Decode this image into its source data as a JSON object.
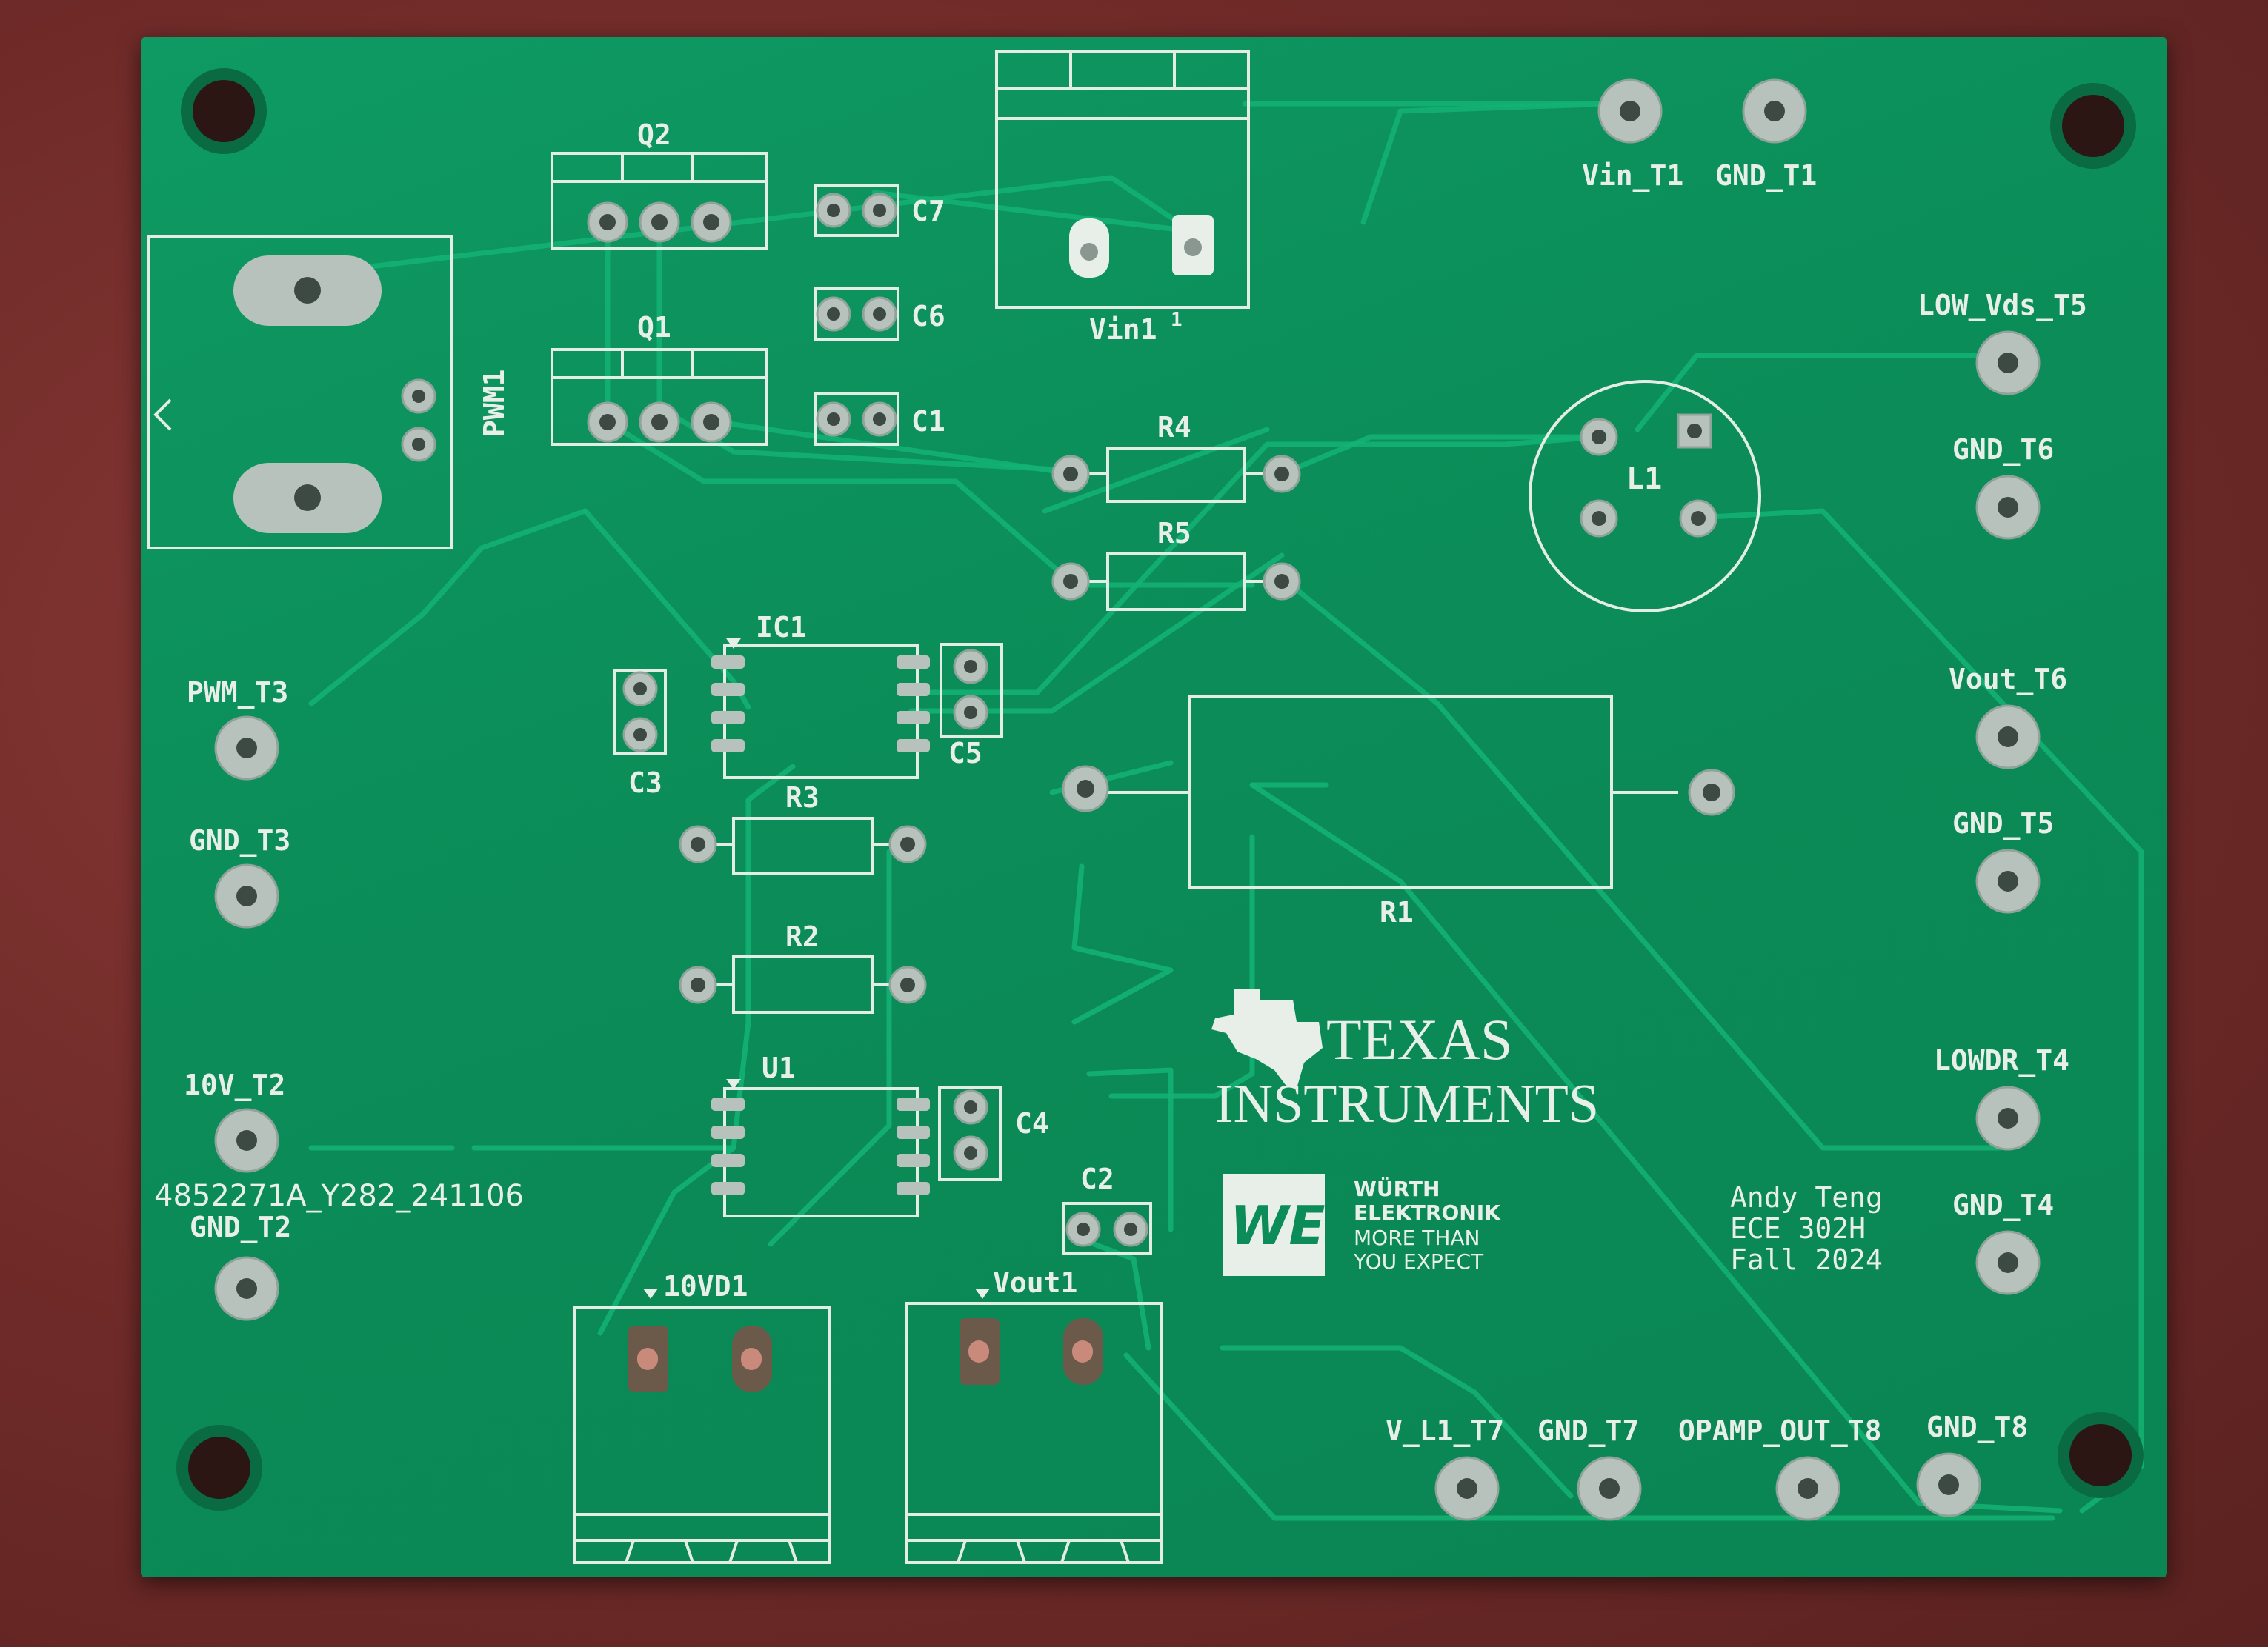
{
  "board": {
    "labels": {
      "q2": "Q2",
      "q1": "Q1",
      "c7": "C7",
      "c6": "C6",
      "c1": "C1",
      "vin1": "Vin1",
      "vin_t1": "Vin_T1",
      "gnd_t1": "GND_T1",
      "pwm1": "PWM1",
      "r4": "R4",
      "r5": "R5",
      "l1": "L1",
      "low_vds_t5": "LOW_Vds_T5",
      "gnd_t6": "GND_T6",
      "vout_t6": "Vout_T6",
      "gnd_t5": "GND_T5",
      "lowdr_t4": "LOWDR_T4",
      "gnd_t4": "GND_T4",
      "ic1": "IC1",
      "c3": "C3",
      "c5": "C5",
      "r3": "R3",
      "r2": "R2",
      "r1": "R1",
      "u1": "U1",
      "c4": "C4",
      "c2": "C2",
      "pwm_t3": "PWM_T3",
      "gnd_t3": "GND_T3",
      "v10_t2": "10V_T2",
      "gnd_t2": "GND_T2",
      "serial": "4852271A_Y282_241106",
      "v10d1": "10VD1",
      "vout1": "Vout1",
      "v_l1_t7": "V_L1_T7",
      "gnd_t7": "GND_T7",
      "opamp_out_t8": "OPAMP_OUT_T8",
      "gnd_t8": "GND_T8",
      "pin1_marker": "1"
    },
    "ti_logo": {
      "line1": "TEXAS",
      "line2": "INSTRUMENTS"
    },
    "we_logo": {
      "mark": "WE",
      "line1": "WÜRTH",
      "line2": "ELEKTRONIK",
      "line3": "MORE THAN",
      "line4": "YOU EXPECT"
    },
    "author": {
      "name": "Andy Teng",
      "course": "ECE 302H",
      "term": "Fall 2024"
    }
  },
  "colors": {
    "board": "#0b8c58",
    "silkscreen": "#e8efe9",
    "pad": "#b8c2bd",
    "background": "#6e2a28"
  }
}
